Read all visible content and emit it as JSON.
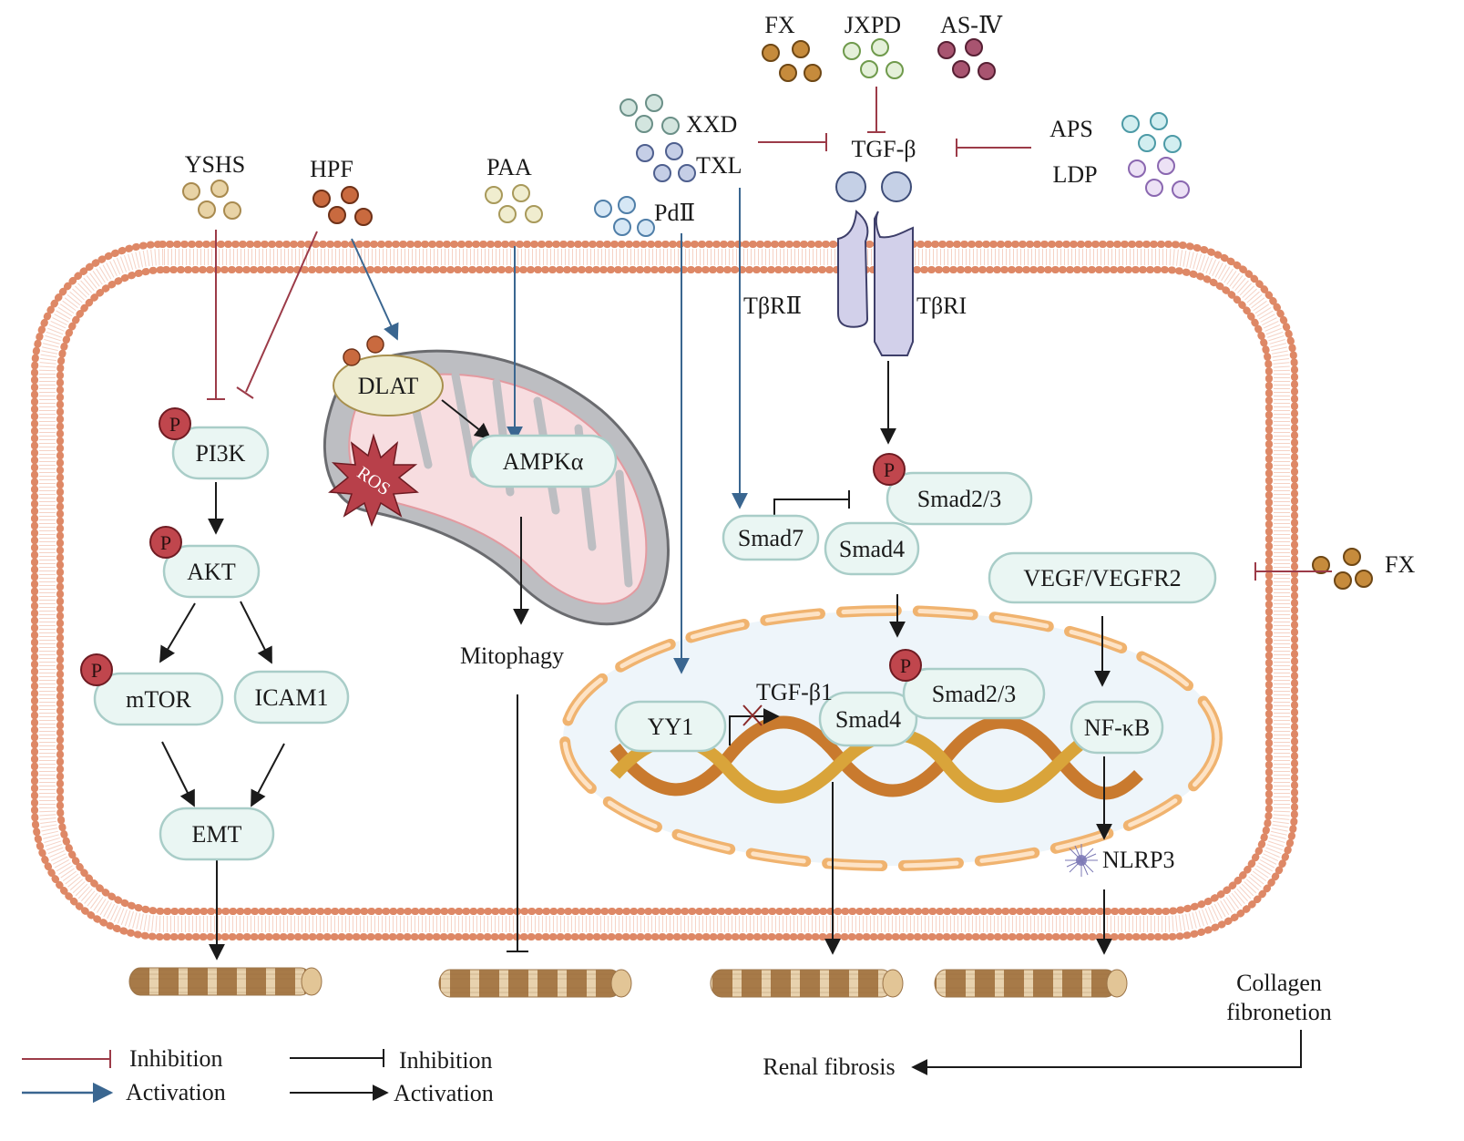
{
  "compounds": {
    "yshs": {
      "label": "YSHS",
      "color": "#e8d3a6",
      "stroke": "#a88a4f"
    },
    "hpf": {
      "label": "HPF",
      "color": "#c96a3f",
      "stroke": "#6e3118"
    },
    "paa": {
      "label": "PAA",
      "color": "#f0edcf",
      "stroke": "#a8995a"
    },
    "pd2": {
      "label": "PdⅡ",
      "color": "#d6e7f5",
      "stroke": "#4f7ea8"
    },
    "xxd": {
      "label": "XXD",
      "color": "#d3e5df",
      "stroke": "#6a8f87"
    },
    "txl": {
      "label": "TXL",
      "color": "#c5cee6",
      "stroke": "#4e5f8e"
    },
    "fx_top": {
      "label": "FX",
      "color": "#c68b3c",
      "stroke": "#6e4715"
    },
    "jxpd": {
      "label": "JXPD",
      "color": "#e4f0d9",
      "stroke": "#6f9a4c"
    },
    "as4": {
      "label": "AS-Ⅳ",
      "color": "#a85470",
      "stroke": "#561f33"
    },
    "aps": {
      "label": "APS",
      "color": "#d2eef0",
      "stroke": "#4c9aa6"
    },
    "ldp": {
      "label": "LDP",
      "color": "#ece1f5",
      "stroke": "#8a67b0"
    },
    "fx_right": {
      "label": "FX",
      "color": "#c68b3c",
      "stroke": "#6e4715"
    }
  },
  "ligand": {
    "label": "TGF-β"
  },
  "receptors": {
    "type2": "TβRⅡ",
    "type1": "TβRI"
  },
  "nodes": {
    "pi3k": "PI3K",
    "akt": "AKT",
    "mtor": "mTOR",
    "icam1": "ICAM1",
    "emt": "EMT",
    "dlat": "DLAT",
    "ampk": "AMPKα",
    "ros": "ROS",
    "mitophagy": "Mitophagy",
    "smad7": "Smad7",
    "smad4_cyto": "Smad4",
    "smad23_cyto": "Smad2/3",
    "vegf": "VEGF/VEGFR2",
    "yy1": "YY1",
    "tgfb1": "TGF-β1",
    "smad4_nuc": "Smad4",
    "smad23_nuc": "Smad2/3",
    "nfkb": "NF-κB",
    "nlrp3": "NLRP3"
  },
  "phospho_label": "P",
  "outputs": {
    "collagen_line1": "Collagen",
    "collagen_line2": "fibronetion",
    "renal_fibrosis": "Renal fibrosis"
  },
  "legend": {
    "red_inhibition": "Inhibition",
    "blue_activation": "Activation",
    "black_inhibition": "Inhibition",
    "black_activation": "Activation"
  },
  "colors": {
    "membrane": "#de8866",
    "inhibition_red": "#9c3b48",
    "activation_blue": "#3a6690",
    "node_fill": "#eaf6f3",
    "phospho": "#c0464d",
    "nucleus_fill": "#eef5fa",
    "nucleus_envelope": "#f0b36f"
  }
}
